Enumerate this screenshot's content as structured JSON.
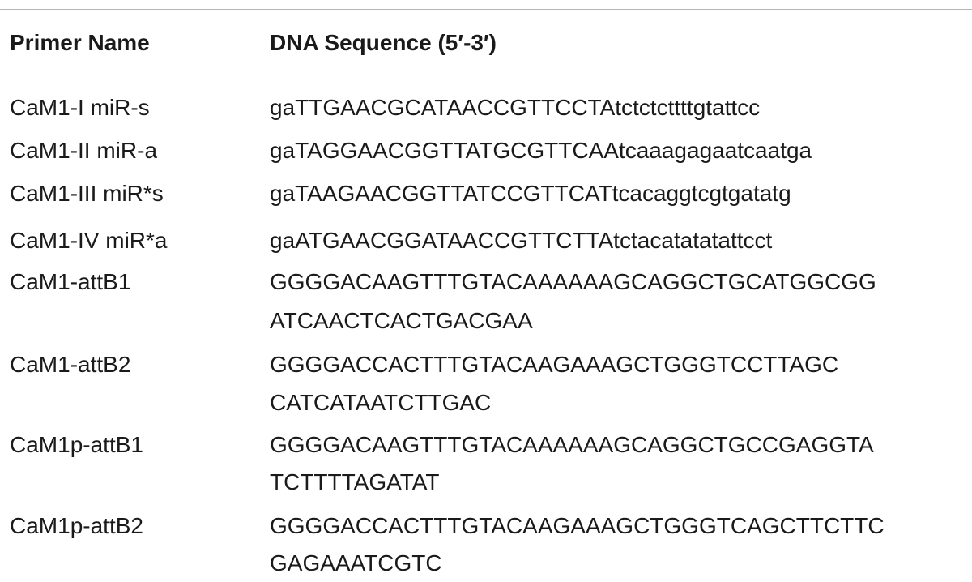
{
  "table": {
    "headers": [
      "Primer Name",
      "DNA Sequence (5′-3′)"
    ],
    "rows": [
      {
        "name": "CaM1-I miR-s",
        "sequence": [
          "gaTTGAACGCATAACCGTTCCTAtctctcttttgtattcc"
        ]
      },
      {
        "name": "CaM1-II miR-a",
        "sequence": [
          "gaTAGGAACGGTTATGCGTTCAAtcaaagagaatcaatga"
        ]
      },
      {
        "name": "CaM1-III miR*s",
        "sequence": [
          "gaTAAGAACGGTTATCCGTTCATtcacaggtcgtgatatg"
        ]
      },
      {
        "name": "CaM1-IV miR*a",
        "sequence": [
          "gaATGAACGGATAACCGTTCTTAtctacatatatattcct"
        ]
      },
      {
        "name": "CaM1-attB1",
        "sequence": [
          "GGGGACAAGTTTGTACAAAAAAGCAGGCTGCATGGCGG",
          "ATCAACTCACTGACGAA"
        ]
      },
      {
        "name": "CaM1-attB2",
        "sequence": [
          "GGGGACCACTTTGTACAAGAAAGCTGGGTCCTTAGC",
          "CATCATAATCTTGAC"
        ]
      },
      {
        "name": "CaM1p-attB1",
        "sequence": [
          "GGGGACAAGTTTGTACAAAAAAGCAGGCTGCCGAGGTA",
          "TCTTTTAGATAT"
        ]
      },
      {
        "name": "CaM1p-attB2",
        "sequence": [
          "GGGGACCACTTTGTACAAGAAAGCTGGGTCAGCTTCTTC",
          "GAGAAATCGTC"
        ]
      }
    ]
  }
}
